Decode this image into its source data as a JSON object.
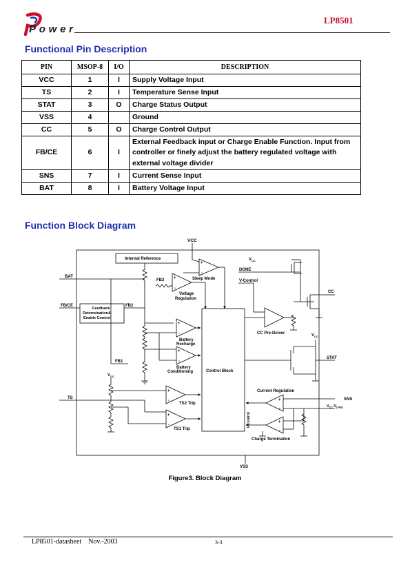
{
  "header": {
    "logo_text": "Power",
    "part_number": "LP8501"
  },
  "pin_section": {
    "title": "Functional Pin Description",
    "columns": [
      "PIN",
      "MSOP-8",
      "I/O",
      "DESCRIPTION"
    ],
    "rows": [
      {
        "pin": "VCC",
        "num": "1",
        "io": "I",
        "desc": "Supply Voltage Input"
      },
      {
        "pin": "TS",
        "num": "2",
        "io": "I",
        "desc": "Temperature Sense Input"
      },
      {
        "pin": "STAT",
        "num": "3",
        "io": "O",
        "desc": "Charge Status Output"
      },
      {
        "pin": "VSS",
        "num": "4",
        "io": "",
        "desc": "Ground"
      },
      {
        "pin": "CC",
        "num": "5",
        "io": "O",
        "desc": "Charge Control Output"
      },
      {
        "pin": "FB/CE",
        "num": "6",
        "io": "I",
        "desc": "External Feedback input or Charge Enable Function. Input from controller or finely adjust the battery regulated voltage with external voltage divider"
      },
      {
        "pin": "SNS",
        "num": "7",
        "io": "I",
        "desc": "Current Sense Input"
      },
      {
        "pin": "BAT",
        "num": "8",
        "io": "I",
        "desc": "Battery Voltage Input"
      }
    ]
  },
  "block_section": {
    "title": "Function Block Diagram",
    "labels": {
      "vcc": "VCC",
      "internal_ref": "Internal Reference",
      "sleep_mode": "Sleep Mode",
      "vcc_top": "V",
      "vcc_sub": "CC",
      "done": "DONE",
      "vcontrol": "V-Control",
      "bat": "BAT",
      "fb2_a": "FB2",
      "voltage_reg": "Voltage",
      "voltage_reg2": "Regulation",
      "fbce": "FB/CE",
      "feedback1": "Feedback",
      "feedback2": "Determination&",
      "feedback3": "Enable Control",
      "fb2_b": "FB2",
      "batt_recharge1": "Battery",
      "batt_recharge2": "Recharge",
      "control_block": "Control Block",
      "cc_predriver": "CC Pre-Deiver",
      "cc": "CC",
      "vcc_right": "V",
      "vcc_right_sub": "CC",
      "stat": "STAT",
      "fb1": "FB1",
      "batt_cond1": "Battery",
      "batt_cond2": "Conditioning",
      "vcc_left": "V",
      "vcc_left_sub": "CC",
      "current_reg": "Current Regulation",
      "ts": "TS",
      "ts2_trip": "TS2 Trip",
      "ts1_trip": "TS1 Trip",
      "icontrol": "I-Control",
      "sns": "SNS",
      "vcc_vgnd": "V",
      "vcc_vgnd_sub": "CC",
      "vcc_vgnd_mid": "-V",
      "vcc_vgnd_sub2": "(SNS)",
      "charge_term": "Charge Termination",
      "vss": "VSS",
      "plus": "+",
      "minus": "-"
    },
    "caption": "Figure3. Block Diagram"
  },
  "footer": {
    "left": "LP8501-datasheet    Nov.-2003",
    "page": "3-3"
  },
  "colors": {
    "title_blue": "#1f2fb0",
    "part_red": "#c8102e",
    "logo_blue": "#1a33a8"
  }
}
